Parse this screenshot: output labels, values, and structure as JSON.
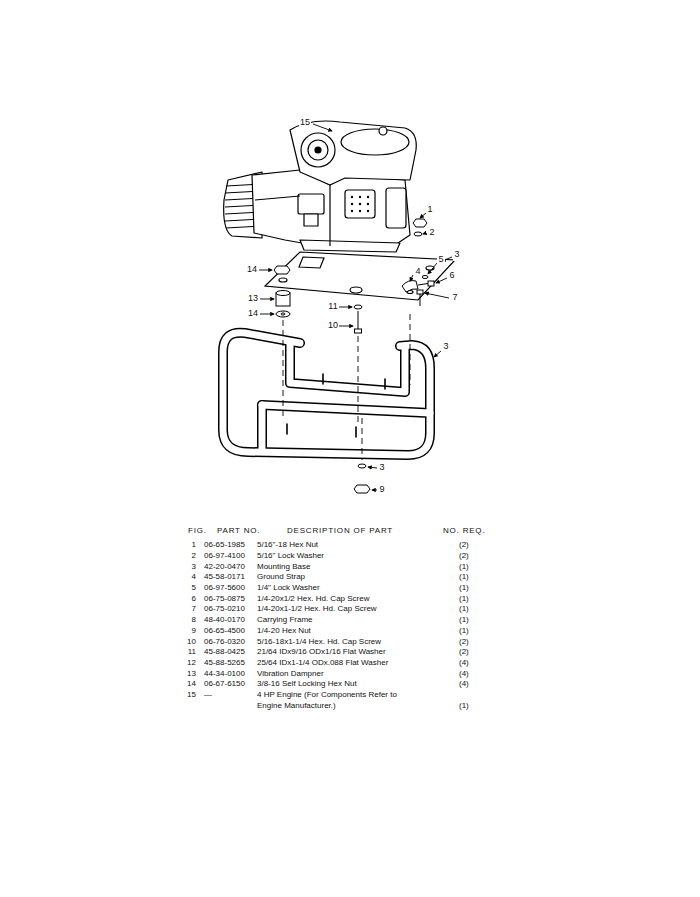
{
  "diagram": {
    "labels": [
      "15",
      "1",
      "2",
      "3",
      "14",
      "5",
      "4",
      "6",
      "13",
      "11",
      "7",
      "10",
      "14",
      "3",
      "3",
      "9",
      "FIG.",
      "PART NO.",
      "DESCRIPTION OF PART",
      "NO. REQ.",
      "1",
      "06-65-1985",
      "5/16\"-18 Hex Nut",
      "(2)",
      "2",
      "06-97-4100",
      "5/16\" Lock Washer",
      "(2)",
      "3",
      "42-20-0470",
      "Mounting Base",
      "(1)",
      "4",
      "45-58-0171",
      "Ground Strap",
      "(1)",
      "5",
      "06-97-5600",
      "1/4\" Lock Washer",
      "(1)",
      "6",
      "06-75-0875",
      "1/4-20x1/2 Hex. Hd. Cap Screw",
      "(1)",
      "7",
      "06-75-0210",
      "1/4-20x1-1/2 Hex. Hd. Cap Screw",
      "(1)",
      "8",
      "48-40-0170",
      "Carrying Frame",
      "(1)",
      "9",
      "06-65-4500",
      "1/4-20 Hex Nut",
      "(1)",
      "10",
      "06-76-0320",
      "5/16-18x1-1/4 Hex. Hd. Cap Screw",
      "(2)",
      "11",
      "45-88-0425",
      "21/64 IDx9/16 ODx1/16 Flat Washer",
      "(2)",
      "12",
      "45-88-5265",
      "25/64 IDx1-1/4 ODx.088 Flat Washer",
      "(4)",
      "13",
      "44-34-0100",
      "Vibration Dampner",
      "(4)",
      "14",
      "06-67-6150",
      "3/8-16 Self Locking Hex Nut",
      "(4)",
      "15",
      "—",
      "4 HP Engine (For Components Refer to Engine Manufacturer.)",
      "(1)"
    ]
  }
}
